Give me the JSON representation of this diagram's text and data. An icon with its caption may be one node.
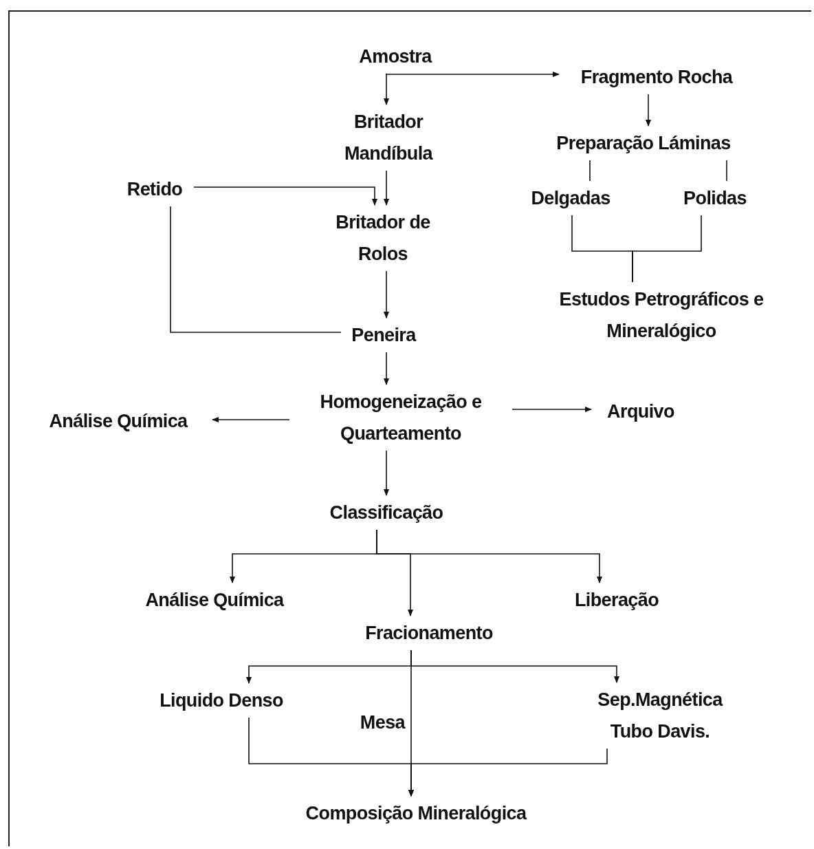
{
  "diagram": {
    "nodes": [
      {
        "text": [
          "Amostra"
        ]
      },
      {
        "text": [
          "Fragmento Rocha"
        ]
      },
      {
        "text": [
          "Britador Mandíbula"
        ]
      },
      {
        "text": [
          "Retido"
        ]
      },
      {
        "text": [
          "Preparação Láminas"
        ]
      },
      {
        "text": [
          "Britador de Rolos"
        ]
      },
      {
        "text": [
          "Delgadas"
        ]
      },
      {
        "text": [
          "Polidas"
        ]
      },
      {
        "text": [
          "Estudos Petrográficos e Mineralógico"
        ]
      },
      {
        "text": [
          "Peneira"
        ]
      },
      {
        "text": [
          "Homogeneização e Quarteamento"
        ]
      },
      {
        "text": [
          "Análise Química"
        ]
      },
      {
        "text": [
          "Arquivo"
        ]
      },
      {
        "text": [
          "Classificação"
        ]
      },
      {
        "text": [
          "Análise Química"
        ]
      },
      {
        "text": [
          "Liberação"
        ]
      },
      {
        "text": [
          "Fracionamento"
        ]
      },
      {
        "text": [
          "Liquido Denso"
        ]
      },
      {
        "text": [
          "Sep.Magnética",
          "Tubo Davis."
        ]
      },
      {
        "text": [
          "Composição Mineralógica"
        ]
      }
    ],
    "edges": [
      {
        "from": 0,
        "to": 2,
        "arrow": "to"
      },
      {
        "from": 0,
        "to": 1,
        "arrow": "to"
      },
      {
        "from": 1,
        "to": 4,
        "arrow": "to"
      },
      {
        "from": 2,
        "to": 5,
        "arrow": "to"
      },
      {
        "from": 3,
        "to": 5,
        "arrow": "to"
      },
      {
        "from": 4,
        "to": 6,
        "arrow": "none"
      },
      {
        "from": 4,
        "to": 7,
        "arrow": "none"
      },
      {
        "from": 6,
        "to": 8,
        "arrow": "none"
      },
      {
        "from": 7,
        "to": 8,
        "arrow": "none"
      },
      {
        "from": 5,
        "to": 9,
        "arrow": "to"
      },
      {
        "from": 9,
        "to": 3,
        "arrow": "none"
      },
      {
        "from": 9,
        "to": 10,
        "arrow": "to"
      },
      {
        "from": 10,
        "to": 11,
        "arrow": "to"
      },
      {
        "from": 10,
        "to": 12,
        "arrow": "to"
      },
      {
        "from": 10,
        "to": 13,
        "arrow": "to"
      },
      {
        "from": 13,
        "to": 14,
        "arrow": "to"
      },
      {
        "from": 13,
        "to": 16,
        "arrow": "to"
      },
      {
        "from": 13,
        "to": 15,
        "arrow": "to"
      },
      {
        "from": 16,
        "to": 17,
        "arrow": "to"
      },
      {
        "from": 16,
        "to": 18,
        "arrow": "to"
      },
      {
        "from": 16,
        "to": 19,
        "arrow": "to",
        "label": "Mesa"
      },
      {
        "from": 17,
        "to": 19,
        "arrow": "to"
      },
      {
        "from": 18,
        "to": 19,
        "arrow": "to"
      }
    ]
  }
}
